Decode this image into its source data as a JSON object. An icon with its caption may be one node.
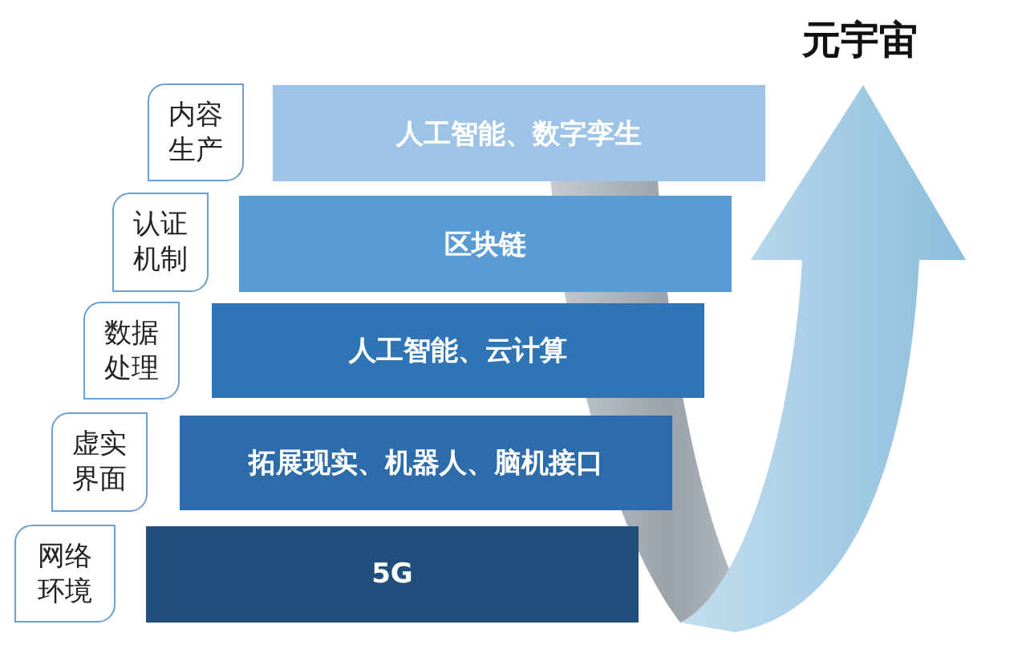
{
  "diagram": {
    "title": "元宇宙",
    "nodes": [
      {
        "text": [
          "内容生产"
        ]
      },
      {
        "text": [
          "人工智能、数字孪生"
        ]
      },
      {
        "text": [
          "认证机制"
        ]
      },
      {
        "text": [
          "区块链"
        ]
      },
      {
        "text": [
          "数据处理"
        ]
      },
      {
        "text": [
          "人工智能、云计算"
        ]
      },
      {
        "text": [
          "虚实界面"
        ]
      },
      {
        "text": [
          "拓展现实、机器人、脑机接口"
        ]
      },
      {
        "text": [
          "网络环境"
        ]
      },
      {
        "text": [
          "5G"
        ]
      }
    ]
  }
}
